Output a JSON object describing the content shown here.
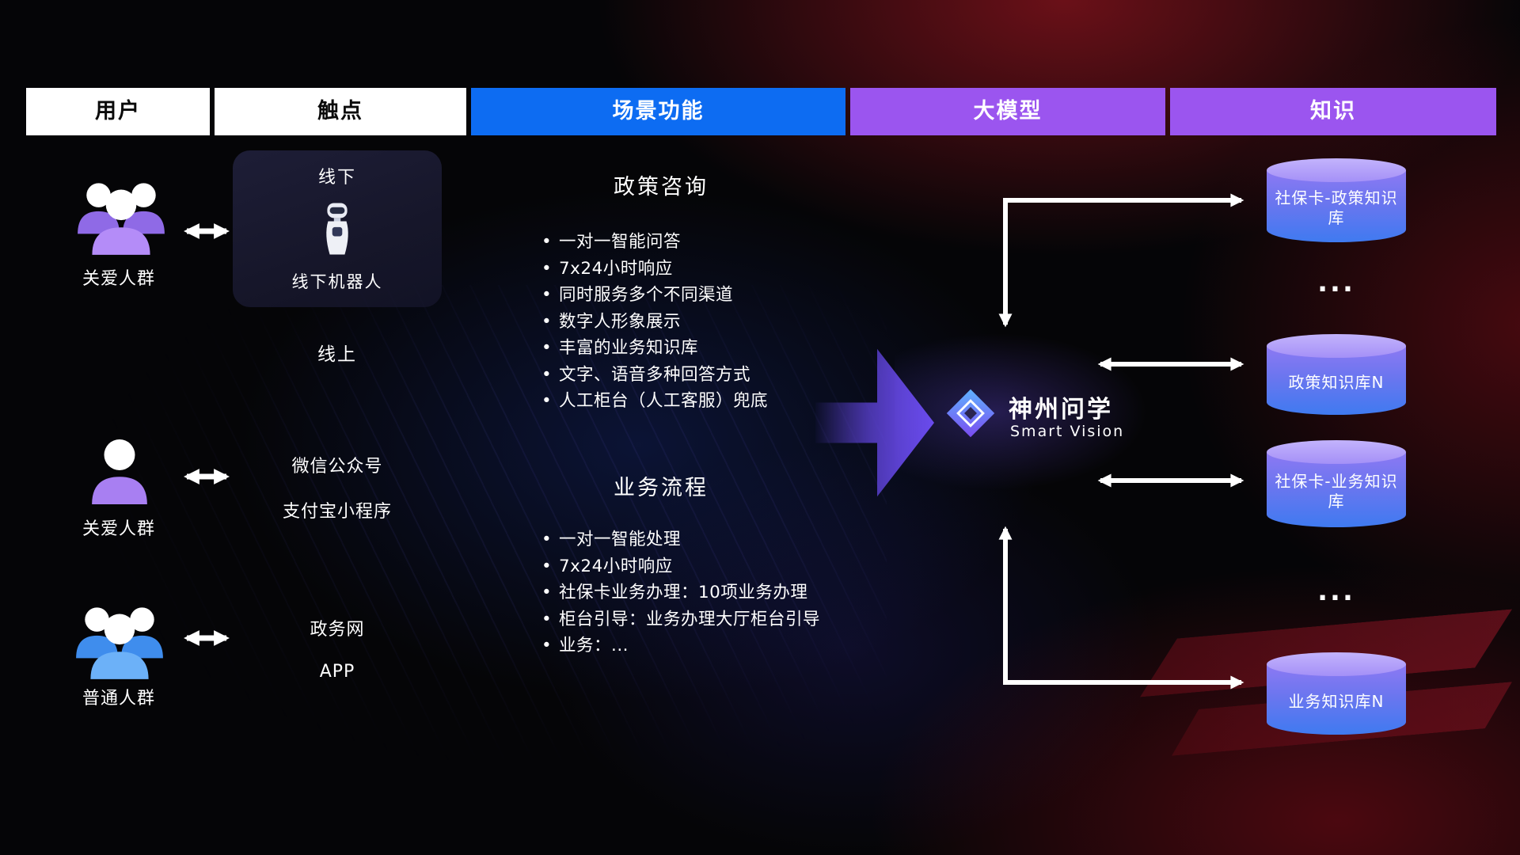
{
  "headers": {
    "users": "用户",
    "touchpoints": "触点",
    "scenes": "场景功能",
    "model": "大模型",
    "knowledge": "知识"
  },
  "users": [
    {
      "label": "关爱人群",
      "icon": "group-people-purple-icon"
    },
    {
      "label": "关爱人群",
      "icon": "single-person-purple-icon"
    },
    {
      "label": "普通人群",
      "icon": "group-people-blue-icon"
    }
  ],
  "touchpoints": {
    "offline_title": "线下",
    "offline_robot": "线下机器人",
    "online_title": "线上",
    "wechat": "微信公众号",
    "alipay": "支付宝小程序",
    "gov": "政务网",
    "app": "APP"
  },
  "scenes": {
    "policy": {
      "title": "政策咨询",
      "items": [
        "一对一智能问答",
        "7x24小时响应",
        "同时服务多个不同渠道",
        "数字人形象展示",
        "丰富的业务知识库",
        "文字、语音多种回答方式",
        "人工柜台（人工客服）兜底"
      ]
    },
    "business": {
      "title": "业务流程",
      "items": [
        "一对一智能处理",
        "7x24小时响应",
        "社保卡业务办理：10项业务办理",
        "柜台引导：业务办理大厅柜台引导",
        "业务：..."
      ]
    }
  },
  "model": {
    "name": "神州问学",
    "subtitle": "Smart Vision"
  },
  "knowledge": {
    "db1": "社保卡-政策知识库",
    "dots1": "...",
    "db2": "政策知识库N",
    "db3": "社保卡-业务知识库",
    "dots2": "...",
    "db4": "业务知识库N"
  },
  "colors": {
    "header_blue": "#0d6cf2",
    "header_purple": "#9b55ef",
    "cylinder_top": "#b7a6fa",
    "cylinder_body_from": "#8d79f3",
    "cylinder_body_to": "#3f7af0",
    "user_purple": "#a77ff2",
    "user_blue": "#5aa7f5",
    "arrow_white": "#ffffff",
    "flow_arrow_purple": "#6a4bee"
  }
}
